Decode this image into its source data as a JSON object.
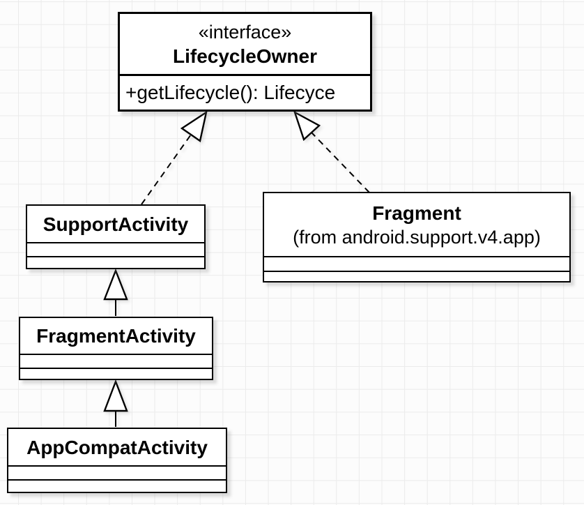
{
  "diagram": {
    "type": "uml-class-diagram",
    "colors": {
      "canvas_background": "#fcfcfc",
      "grid_line": "#ebebeb",
      "shape_fill": "#ffffff",
      "shape_stroke": "#000000"
    },
    "classes": {
      "lifecycle_owner": {
        "stereotype": "«interface»",
        "name": "LifecycleOwner",
        "methods": [
          "+getLifecycle(): Lifecyce"
        ]
      },
      "support_activity": {
        "name": "SupportActivity"
      },
      "fragment": {
        "name": "Fragment",
        "package_note": "(from android.support.v4.app)"
      },
      "fragment_activity": {
        "name": "FragmentActivity"
      },
      "app_compat_activity": {
        "name": "AppCompatActivity"
      }
    },
    "relationships": [
      {
        "from": "SupportActivity",
        "to": "LifecycleOwner",
        "type": "realization",
        "line": "dashed"
      },
      {
        "from": "Fragment",
        "to": "LifecycleOwner",
        "type": "realization",
        "line": "dashed"
      },
      {
        "from": "FragmentActivity",
        "to": "SupportActivity",
        "type": "generalization",
        "line": "solid"
      },
      {
        "from": "AppCompatActivity",
        "to": "FragmentActivity",
        "type": "generalization",
        "line": "solid"
      }
    ]
  }
}
